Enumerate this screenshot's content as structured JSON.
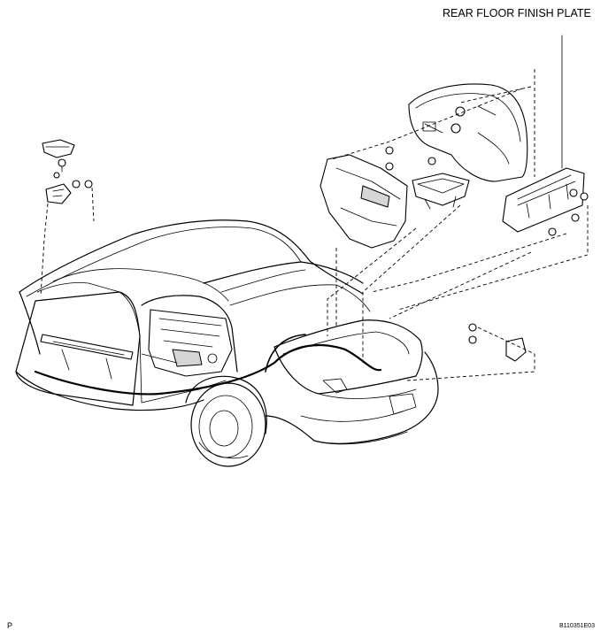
{
  "diagram": {
    "callout_label": "REAR FLOOR FINISH PLATE",
    "corner_mark": "P",
    "figure_code": "B110351E03"
  }
}
